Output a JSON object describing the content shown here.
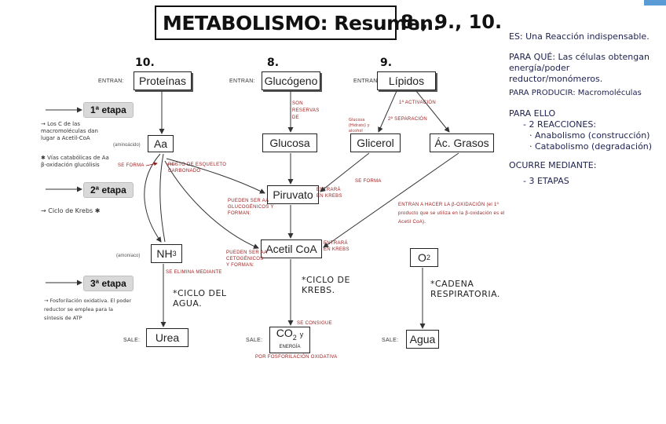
{
  "header": {
    "title": "METABOLISMO: Resumen.",
    "chapters": "8., 9., 10."
  },
  "columns": {
    "proteins": {
      "num": "10.",
      "enter": "ENTRAN:",
      "label": "Proteínas"
    },
    "glycogen": {
      "num": "8.",
      "enter": "ENTRAN:",
      "label": "Glucógeno"
    },
    "lipids": {
      "num": "9.",
      "enter": "ENTRAN:",
      "label": "Lípidos"
    }
  },
  "stages": {
    "stage1": "1ª etapa",
    "stage2": "2ª etapa",
    "stage3": "3ª etapa"
  },
  "stage_notes": {
    "s1_a": "Los C de las macromoléculas dan lugar a Acetil-CoA",
    "s1_b": "Vías catabólicas de Aa β-oxidación glucólisis",
    "s2": "Ciclo de Krebs",
    "s3": "Fosforilación oxidativa. El poder reductor se emplea para la síntesis de ATP"
  },
  "boxes": {
    "aa": "Aa",
    "glucosa": "Glucosa",
    "glicerol": "Glicerol",
    "acgrasos": "Ác. Grasos",
    "piruvato": "Piruvato",
    "nh3": "NH",
    "nh3_sub": "3",
    "acetil": "Acetil CoA",
    "o2": "O",
    "o2_sub": "2",
    "urea": "Urea",
    "co2": "CO",
    "co2_sub": "2",
    "co2_y": "y",
    "co2_energia": "ENERGÍA",
    "agua": "Agua"
  },
  "annotations": {
    "aminoacidos": "(aminoácido)",
    "amoniaco": "(amoníaco)",
    "son_reservas": "SON RESERVAS DE",
    "activacion": "1ª ACTIVACIÓN",
    "separacion": "2ª SEPARACIÓN",
    "glucosa_sub": "Glucosa (Hidrato) y alcohol",
    "se_forma_1": "SE FORMA",
    "resto": "RESTO DE ESQUELETO CARBONADO",
    "se_forma_2": "SE FORMA",
    "piruvato_krebs": "ENTRARÁ EN KREBS",
    "pueden_ser": "PUEDEN SER AA GLUCOGÉNICOS Y FORMAN:",
    "pueden_ser_2": "PUEDEN SER AA CETOGÉNICOS Y FORMAN:",
    "acetil_krebs": "ENTRARÁ EN KREBS",
    "beta_ox": "ENTRAN A HACER LA β-OXIDACIÓN (el 1º producto que se utiliza en la β-oxidación es el Acetil CoA).",
    "elimina": "SE ELIMINA MEDIANTE",
    "se_consigue": "SE CONSIGUE",
    "fosforilacion": "POR FOSFORILACIÓN OXIDATIVA",
    "ciclo_agua": "*CICLO DEL AGUA.",
    "ciclo_krebs": "*CICLO DE KREBS.",
    "cadena": "*CADENA RESPIRATORIA."
  },
  "sale": {
    "urea": "SALE:",
    "co2": "SALE:",
    "agua": "SALE:"
  },
  "right_notes": {
    "es": "ES: Una Reacción indispensable.",
    "para_que": "PARA QUÉ: Las células obtengan energía/poder reductor/monómeros.",
    "para_producir": "PARA PRODUCIR: Macromoléculas",
    "para_ello": "PARA ELLO",
    "reacciones": "- 2 REACCIONES:",
    "anabolismo": "· Anabolismo (construcción)",
    "catabolismo": "· Catabolismo (degradación)",
    "ocurre": "OCURRE MEDIANTE:",
    "etapas": "- 3 ETAPAS"
  },
  "colors": {
    "red": "#9b1b1b",
    "blue": "#1d2150",
    "pill": "#d9d9d9",
    "corner_tab": "#5b9bd5"
  }
}
